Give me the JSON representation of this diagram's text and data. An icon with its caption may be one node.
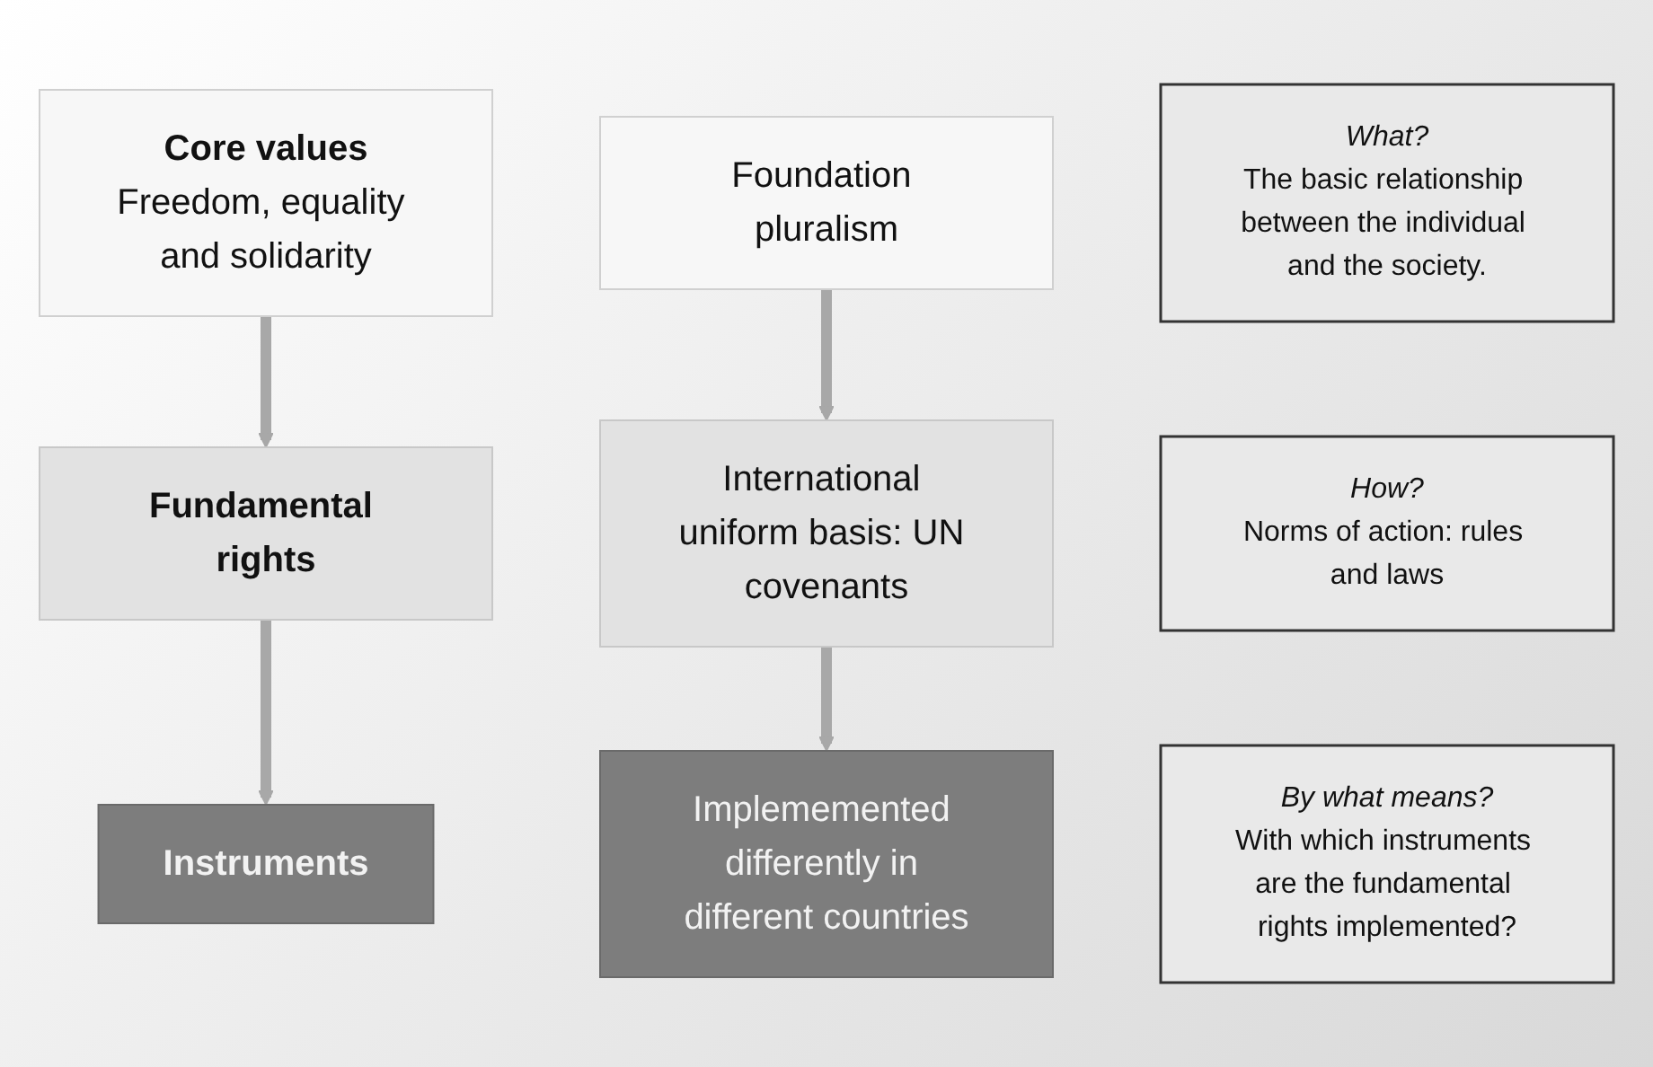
{
  "diagram": {
    "nodes": [
      {
        "text": [
          "Core values",
          "Freedom, equality and solidarity"
        ]
      },
      {
        "text": [
          "Foundation pluralism"
        ]
      },
      {
        "text": [
          "What?",
          "The basic relationship between the individual and the society."
        ]
      },
      {
        "text": [
          "Fundamental rights"
        ]
      },
      {
        "text": [
          "International uniform basis: UN covenants"
        ]
      },
      {
        "text": [
          "How?",
          "Norms of action: rules and laws"
        ]
      },
      {
        "text": [
          "Instruments"
        ]
      },
      {
        "text": [
          "Implememented differently in different countries"
        ]
      },
      {
        "text": [
          "By what means?",
          "With which instruments are the fundamental rights implemented?"
        ]
      }
    ],
    "edges": [
      {
        "from": 0,
        "to": 3,
        "arrow": "to"
      },
      {
        "from": 3,
        "to": 6,
        "arrow": "to"
      },
      {
        "from": 1,
        "to": 4,
        "arrow": "to"
      },
      {
        "from": 4,
        "to": 7,
        "arrow": "to"
      }
    ]
  }
}
